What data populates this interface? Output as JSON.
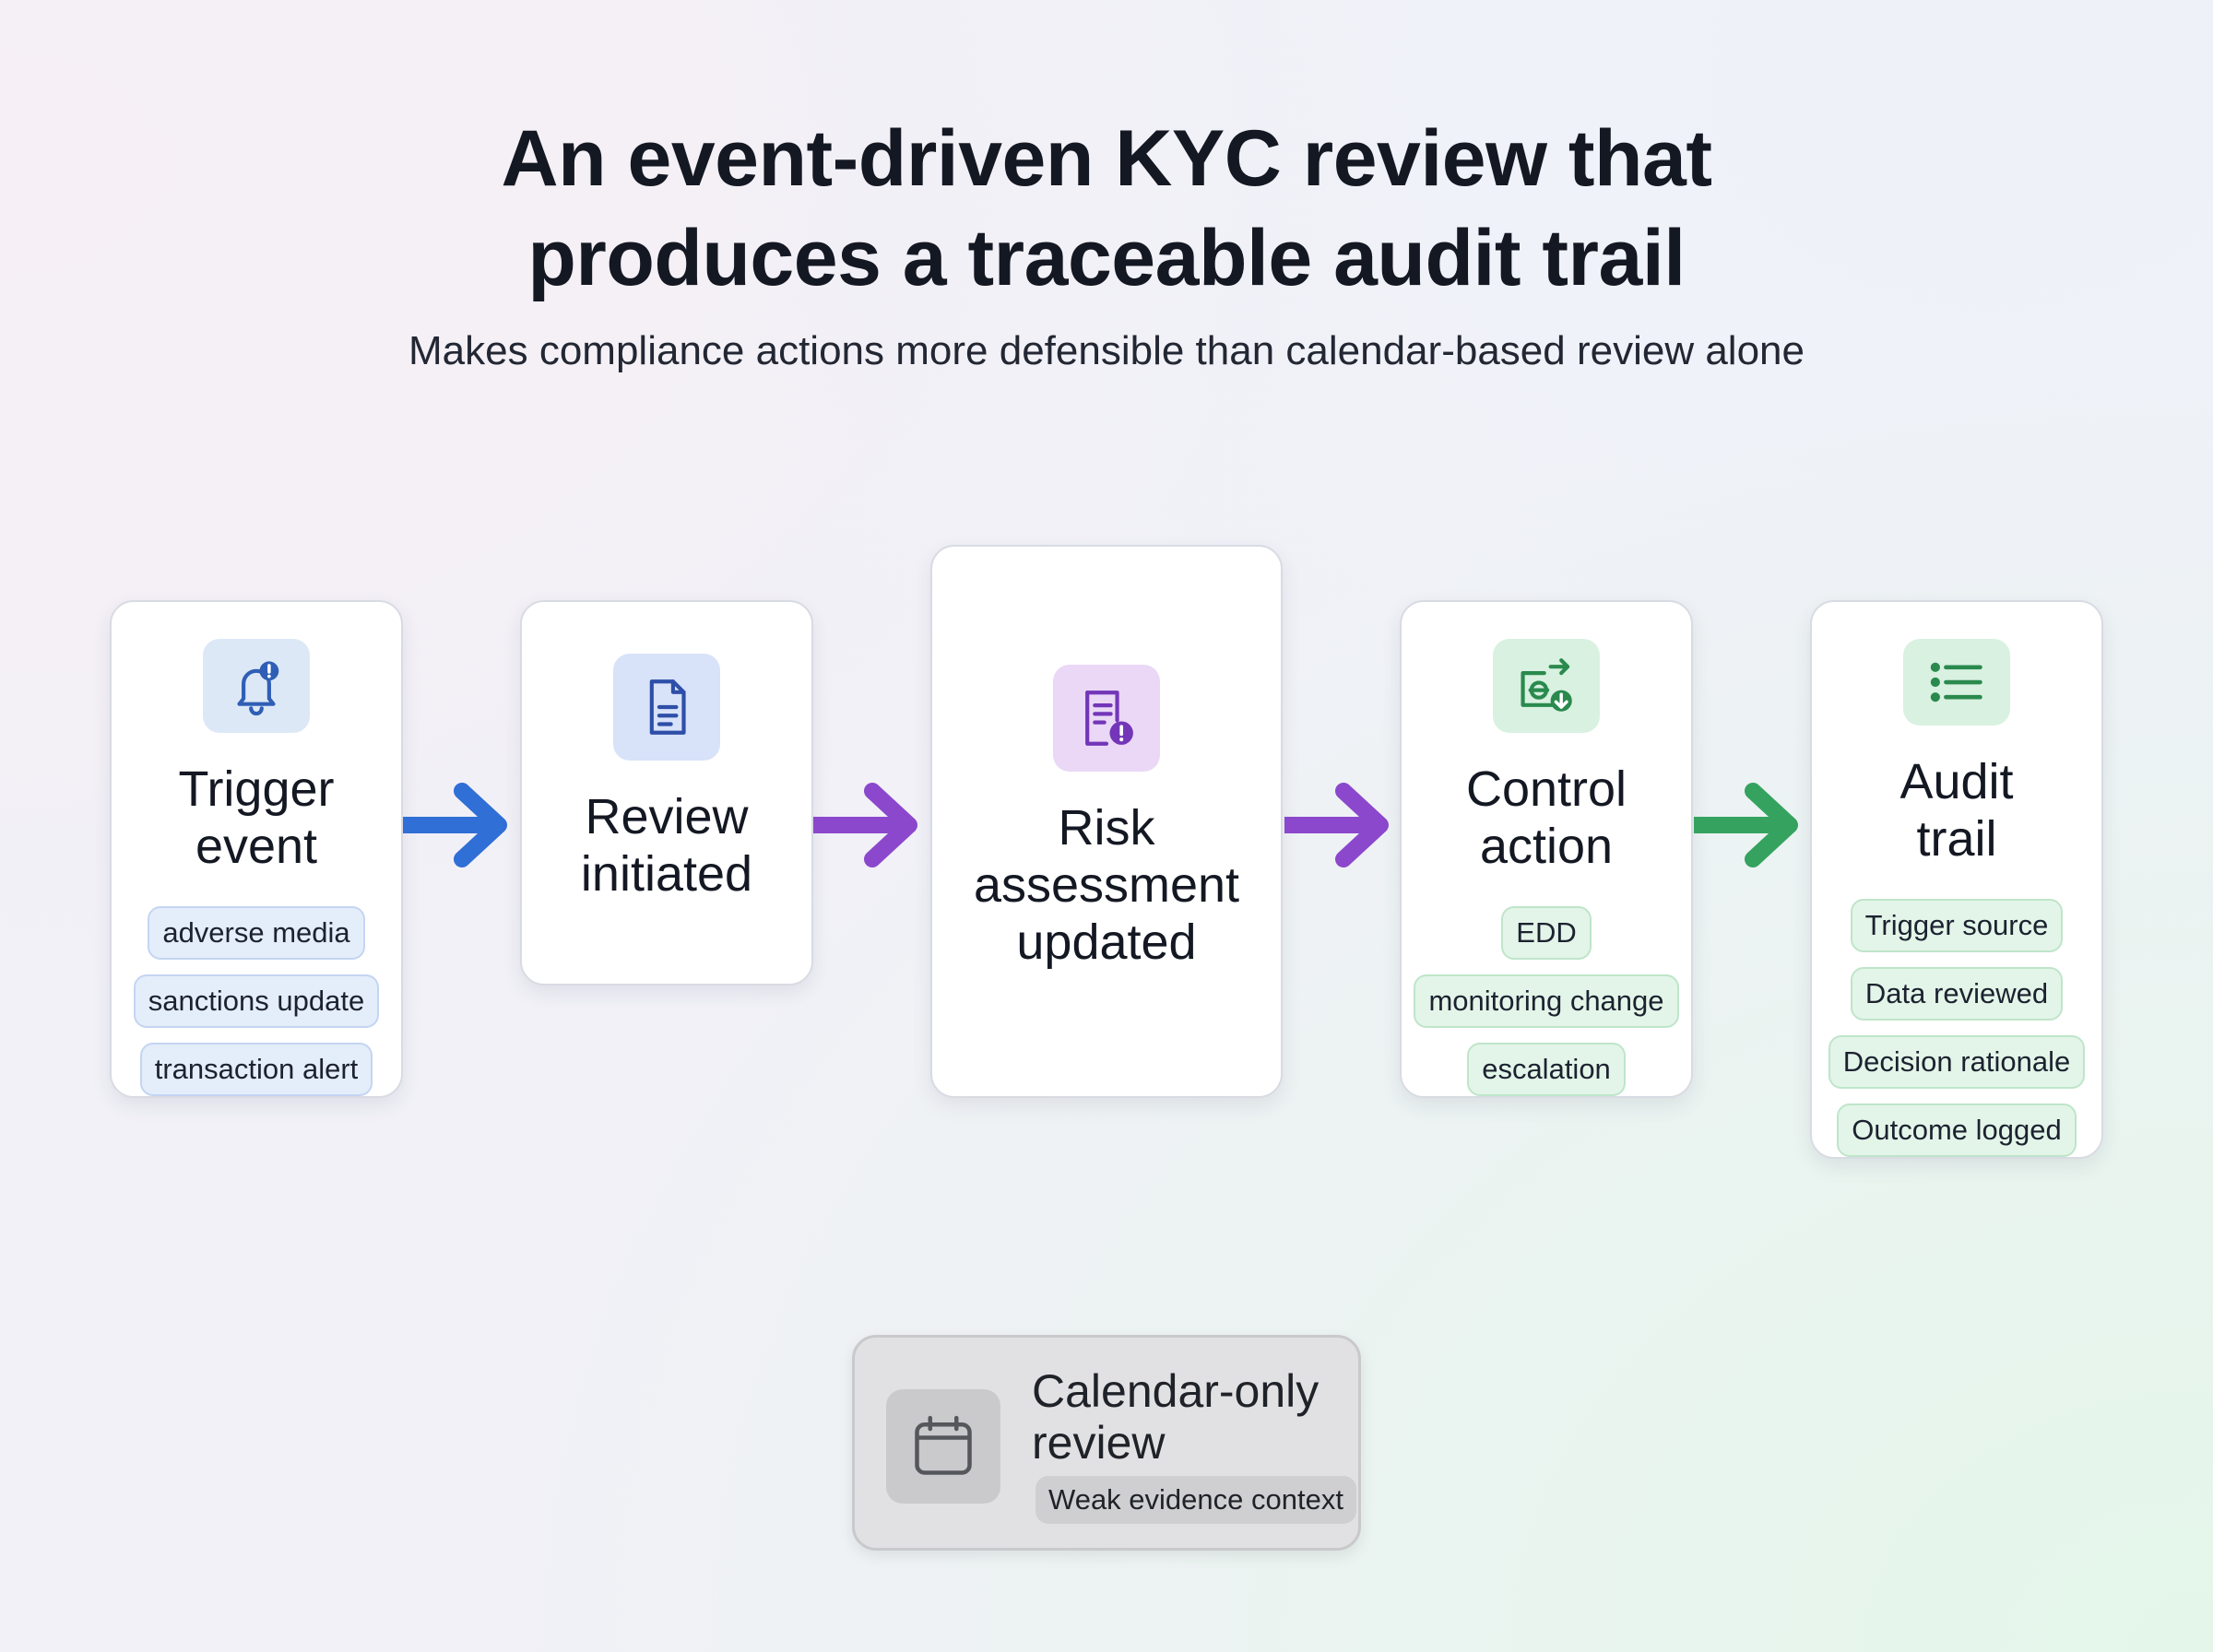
{
  "header": {
    "title": "An event-driven KYC review that\nproduces a traceable audit trail",
    "subtitle": "Makes compliance actions more defensible than calendar-based review alone"
  },
  "steps": [
    {
      "label": "Trigger\nevent",
      "icon": "bell-alert-icon",
      "color": "#2f6fd6",
      "chips": [
        "adverse media",
        "sanctions update",
        "transaction alert"
      ]
    },
    {
      "label": "Review\ninitiated",
      "icon": "document-icon",
      "color": "#3553b8",
      "chips": []
    },
    {
      "label": "Risk\nassessment\nupdated",
      "icon": "document-alert-icon",
      "color": "#7b3cc4",
      "chips": []
    },
    {
      "label": "Control\naction",
      "icon": "control-action-icon",
      "color": "#2e9c57",
      "chips": [
        "EDD",
        "monitoring change",
        "escalation"
      ]
    },
    {
      "label": "Audit\ntrail",
      "icon": "list-icon",
      "color": "#2e9c57",
      "chips": [
        "Trigger source",
        "Data reviewed",
        "Decision rationale",
        "Outcome logged"
      ]
    }
  ],
  "arrows": [
    {
      "icon": "arrow-right-icon",
      "color": "#2f6fd6"
    },
    {
      "icon": "arrow-right-icon",
      "color": "#8b48cc"
    },
    {
      "icon": "arrow-right-icon",
      "color": "#8b48cc"
    },
    {
      "icon": "arrow-right-icon",
      "color": "#35a35f"
    }
  ],
  "calendar": {
    "label": "Calendar-only\nreview",
    "icon": "calendar-icon",
    "chip": "Weak evidence context"
  }
}
